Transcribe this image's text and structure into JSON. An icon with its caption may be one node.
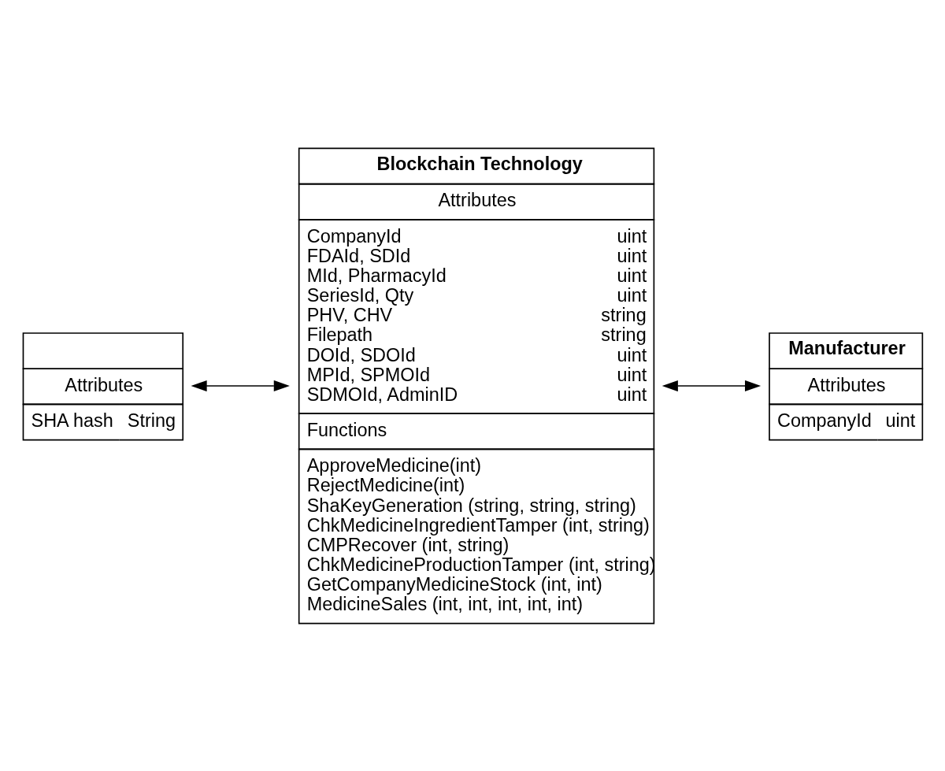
{
  "diagram": {
    "nodes": [
      {
        "text": [
          "Attributes",
          "SHA hash",
          "String"
        ]
      },
      {
        "text": [
          "Blockchain Technology",
          "Attributes",
          "CompanyId",
          "uint",
          "FDAId, SDId",
          "uint",
          "MId, PharmacyId",
          "uint",
          "SeriesId, Qty",
          "uint",
          "PHV, CHV",
          "string",
          "Filepath",
          "string",
          "DOId, SDOId",
          "uint",
          "MPId, SPMOId",
          "uint",
          "SDMOId, AdminID",
          "uint",
          "Functions",
          "ApproveMedicine(int)",
          "RejectMedicine(int)",
          "ShaKeyGeneration (string, string, string)",
          "ChkMedicineIngredientTamper (int, string)",
          "CMPRecover (int, string)",
          "ChkMedicineProductionTamper (int, string)",
          "GetCompanyMedicineStock (int, int)",
          "MedicineSales (int, int, int, int, int)"
        ]
      },
      {
        "text": [
          "Manufacturer",
          "Attributes",
          "CompanyId",
          "uint"
        ]
      }
    ],
    "edges": [
      {
        "from": 0,
        "to": 1,
        "arrow": "both"
      },
      {
        "from": 1,
        "to": 2,
        "arrow": "both"
      }
    ]
  }
}
